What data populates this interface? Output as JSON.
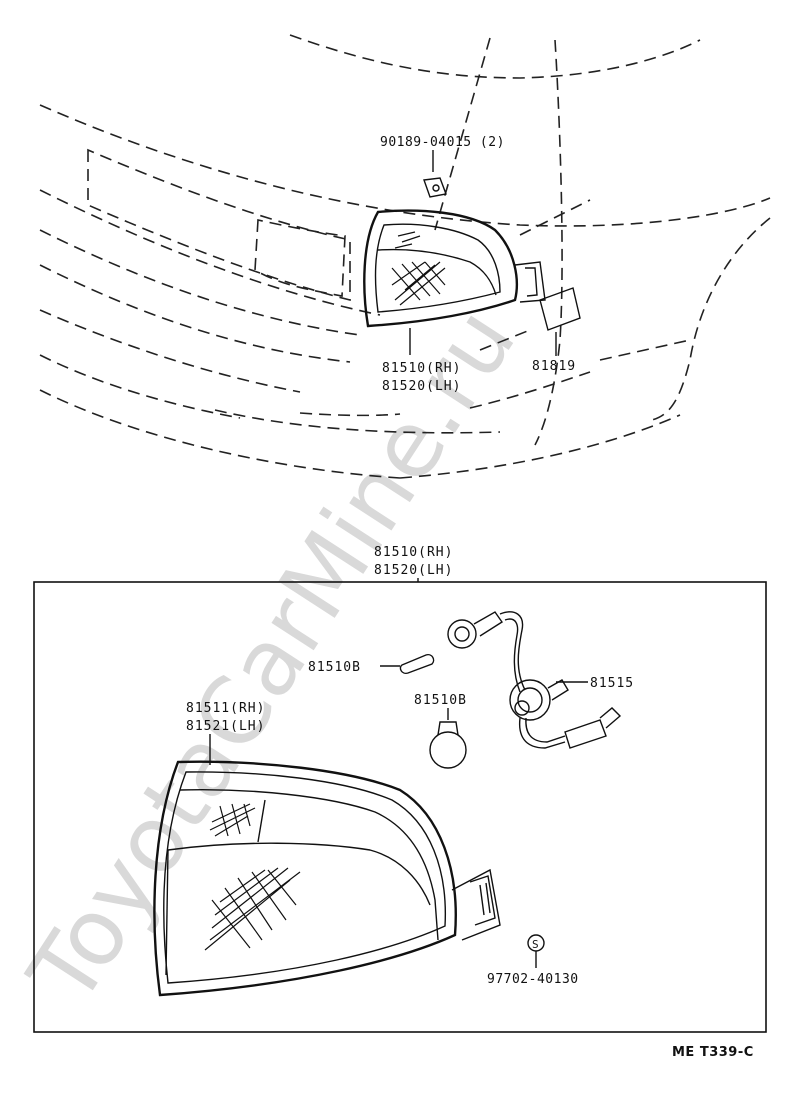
{
  "watermark": "ToyotaCarMine.ru",
  "overview": {
    "clip_label": "90189-04015 (2)",
    "lamp_label_rh": "81510(RH)",
    "lamp_label_lh": "81520(LH)",
    "plate_label": "81819"
  },
  "detail": {
    "assembly_label_rh": "81510(RH)",
    "assembly_label_lh": "81520(LH)",
    "bulb_small_label": "81510B",
    "bulb_round_label": "81510B",
    "socket_label": "81515",
    "lens_label_rh": "81511(RH)",
    "lens_label_lh": "81521(LH)",
    "screw_symbol": "S",
    "screw_label": "97702-40130"
  },
  "figure_code": "ME T339-C"
}
